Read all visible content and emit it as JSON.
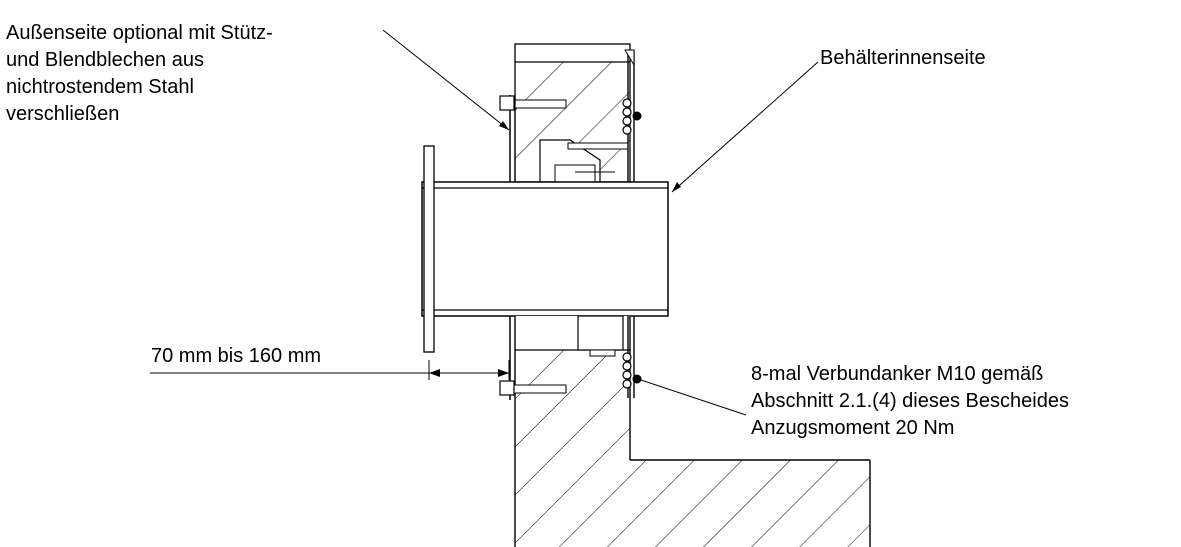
{
  "labels": {
    "outside_line1": "Außenseite optional mit Stütz-",
    "outside_line2": "und Blendblechen aus",
    "outside_line3": "nichtrostendem Stahl",
    "outside_line4": "verschließen",
    "inside": "Behälterinnenseite",
    "dimension": "70 mm bis 160 mm",
    "anchor_line1": "8-mal Verbundanker M10 gemäß",
    "anchor_line2": "Abschnitt 2.1.(4) dieses Bescheides",
    "anchor_line3": "Anzugsmoment 20 Nm"
  },
  "colors": {
    "line": "#000000",
    "background": "#ffffff"
  }
}
